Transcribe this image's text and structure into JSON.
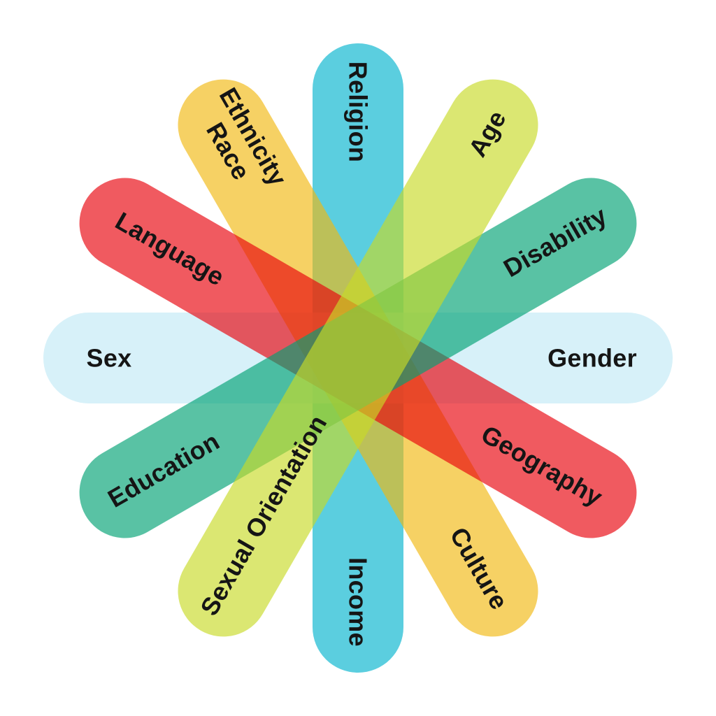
{
  "diagram": {
    "name": "diversity-dimensions-wheel",
    "background_color": "#FFFFFF",
    "text_color": "#151515",
    "bars": [
      {
        "id": "religion-income",
        "fill": "#03B4CE",
        "display_color": "#5BCEE0",
        "angle_deg": 90,
        "end_labels": [
          "Religion",
          "Income"
        ]
      },
      {
        "id": "sex-gender",
        "fill": "#C2EAF6",
        "display_color": "#D7F1F9",
        "angle_deg": 0,
        "end_labels": [
          "Sex",
          "Gender"
        ]
      },
      {
        "id": "ethnicity-race-culture",
        "fill": "#F1B811",
        "display_color": "#F6D164",
        "angle_deg": 60,
        "end_labels": [
          "Ethnicity Race",
          "Culture"
        ]
      },
      {
        "id": "language-geography",
        "fill": "#E8020A",
        "display_color": "#F05A60",
        "angle_deg": 30,
        "end_labels": [
          "Language",
          "Geography"
        ]
      },
      {
        "id": "education-disability",
        "fill": "#00A173",
        "display_color": "#59C2A4",
        "angle_deg": -30,
        "end_labels": [
          "Education",
          "Disability"
        ]
      },
      {
        "id": "sexual-orientation-age",
        "fill": "#C8DA26",
        "display_color": "#DBE772",
        "angle_deg": -60,
        "end_labels": [
          "Sexual Orientation",
          "Age"
        ]
      }
    ],
    "labels": [
      {
        "id": "religion",
        "text": "Religion"
      },
      {
        "id": "income",
        "text": "Income"
      },
      {
        "id": "sex",
        "text": "Sex"
      },
      {
        "id": "gender",
        "text": "Gender"
      },
      {
        "id": "language",
        "text": "Language"
      },
      {
        "id": "geography",
        "text": "Geography"
      },
      {
        "id": "ethnicity-race",
        "text": "Ethnicity\nRace"
      },
      {
        "id": "culture",
        "text": "Culture"
      },
      {
        "id": "education",
        "text": "Education"
      },
      {
        "id": "disability",
        "text": "Disability"
      },
      {
        "id": "sexual-orientation",
        "text": "Sexual Orientation"
      },
      {
        "id": "age",
        "text": "Age"
      }
    ]
  }
}
